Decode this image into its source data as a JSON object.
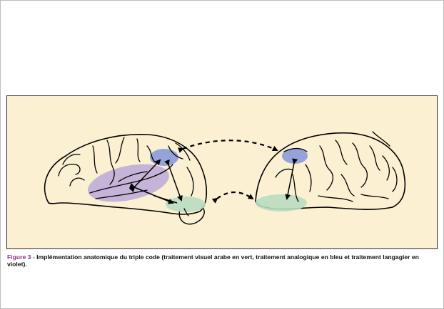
{
  "figure": {
    "number_label": "Figure 3",
    "separator": " - ",
    "caption_text": "Implémentation anatomique du triple code (traitement visuel arabe en vert, traitement analogique en bleu et traitement langagier en violet)."
  },
  "regions": [
    {
      "id": "visual-arabic",
      "color": "#b8dcc0"
    },
    {
      "id": "analogic",
      "color": "#8b9ad8"
    },
    {
      "id": "language",
      "color": "#b8a6d8"
    }
  ],
  "colors": {
    "panel_background": "#fbf0d2",
    "caption_label": "#8a2f8a",
    "outline": "#000000"
  }
}
